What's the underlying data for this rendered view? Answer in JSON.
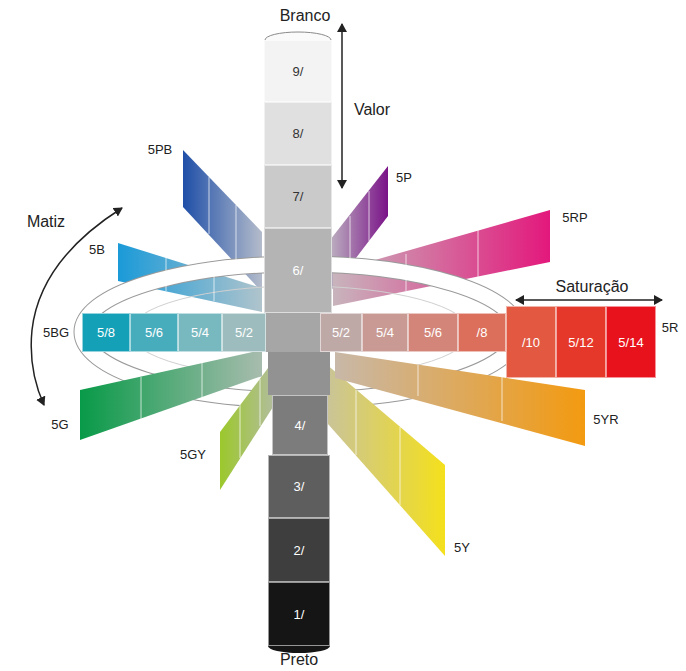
{
  "diagram": {
    "nodes": [
      {
        "text": [
          "9/"
        ]
      },
      {
        "text": [
          "8/"
        ]
      },
      {
        "text": [
          "7/"
        ]
      },
      {
        "text": [
          "6/"
        ]
      },
      {
        "text": [
          "5/8"
        ]
      },
      {
        "text": [
          "5/6"
        ]
      },
      {
        "text": [
          "5/4"
        ]
      },
      {
        "text": [
          "5/2"
        ]
      },
      {
        "text": [
          "5/2"
        ]
      },
      {
        "text": [
          "5/4"
        ]
      },
      {
        "text": [
          "5/6"
        ]
      },
      {
        "text": [
          "/8"
        ]
      },
      {
        "text": [
          "/10"
        ]
      },
      {
        "text": [
          "5/12"
        ]
      },
      {
        "text": [
          "5/14"
        ]
      },
      {
        "text": [
          "4/"
        ]
      },
      {
        "text": [
          "3/"
        ]
      },
      {
        "text": [
          "2/"
        ]
      },
      {
        "text": [
          "1/"
        ]
      }
    ],
    "labels": [
      "Branco",
      "Valor",
      "5PB",
      "5P",
      "5RP",
      "Matiz",
      "5B",
      "5BG",
      "Saturação",
      "5R",
      "5YR",
      "5G",
      "5GY",
      "5Y",
      "Preto"
    ]
  }
}
